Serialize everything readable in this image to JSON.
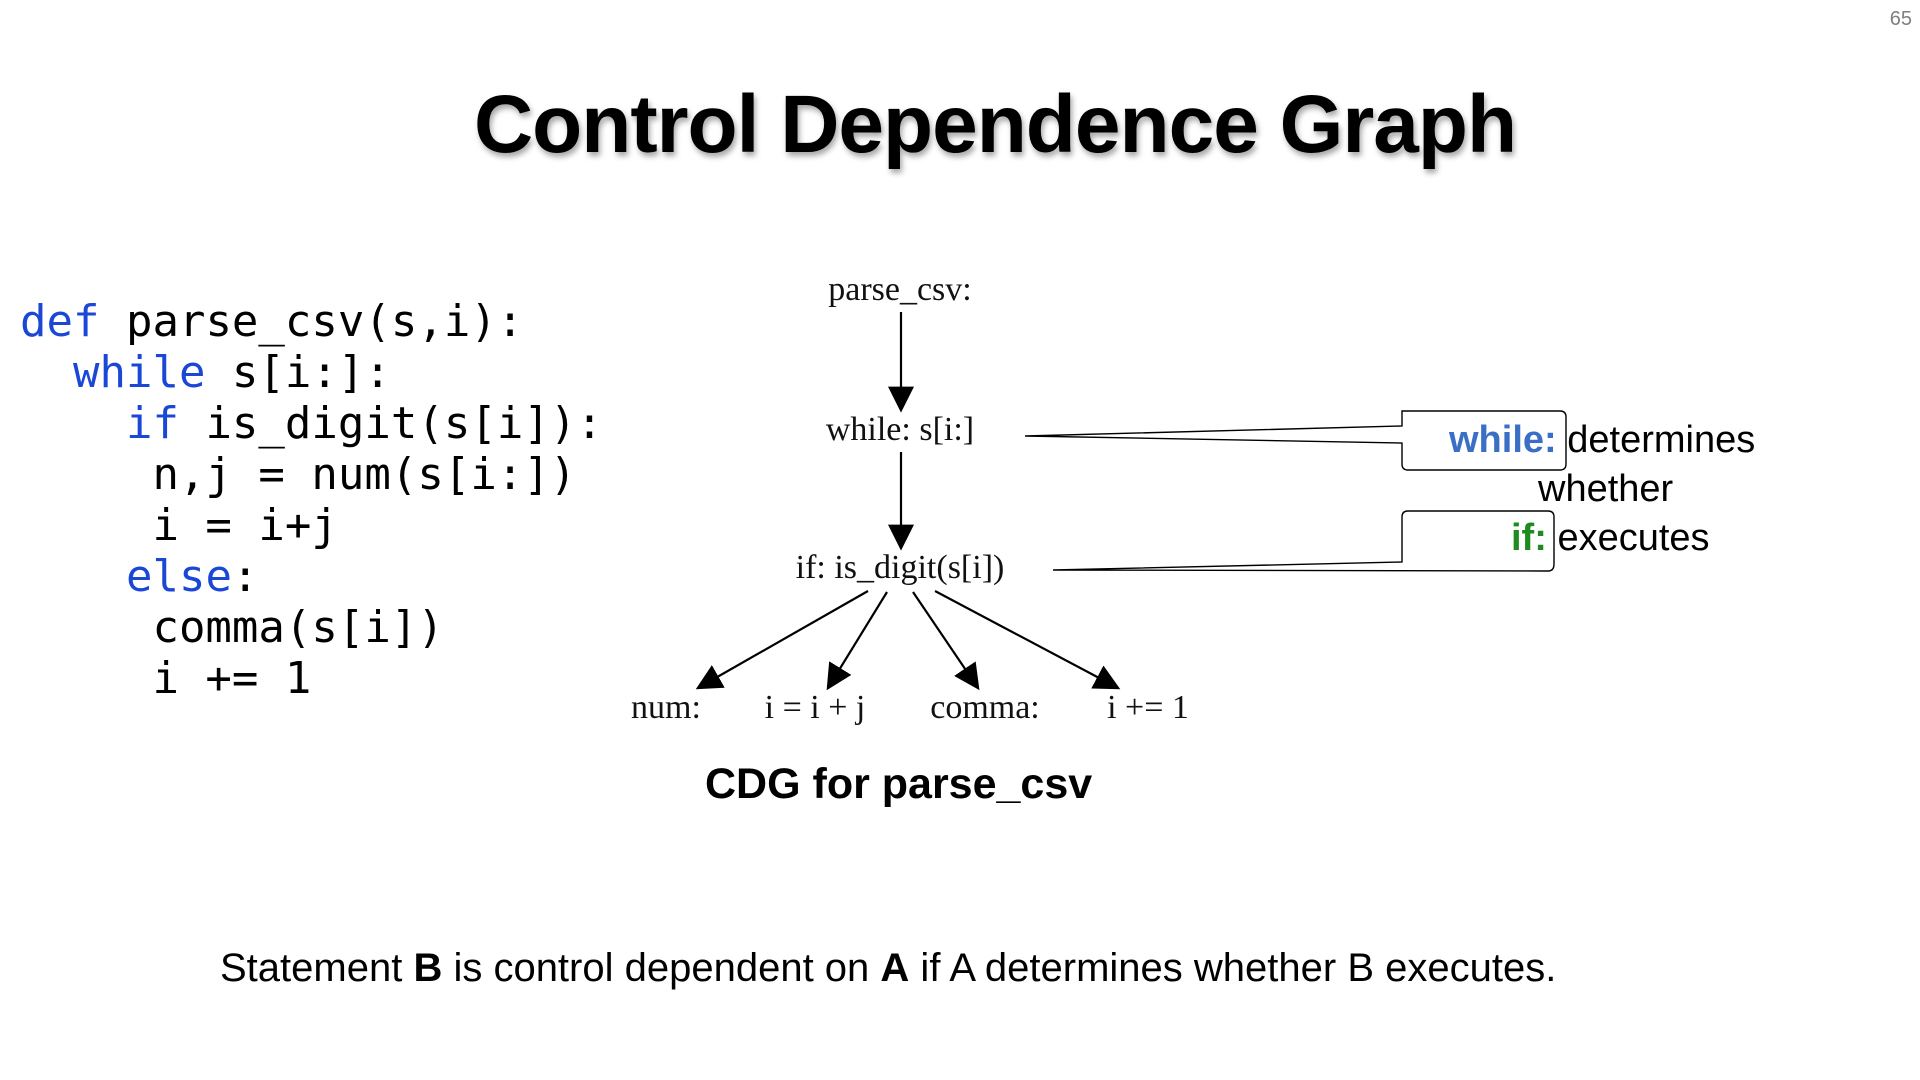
{
  "slide": {
    "number": "65",
    "title": "Control Dependence Graph"
  },
  "code": {
    "lines": [
      {
        "kw": "def",
        "rest": " parse_csv(s,i):"
      },
      {
        "kw": "while",
        "rest": " s[i:]:"
      },
      {
        "kw": "if",
        "rest": " is_digit(s[i]):"
      },
      {
        "kw": "",
        "rest": "n,j = num(s[i:])"
      },
      {
        "kw": "",
        "rest": "i = i+j"
      },
      {
        "kw": "else",
        "rest": ":"
      },
      {
        "kw": "",
        "rest": "comma(s[i])"
      },
      {
        "kw": "",
        "rest": "i += 1"
      }
    ]
  },
  "diagram": {
    "nodes": {
      "root": "parse_csv:",
      "while": "while: s[i:]",
      "if": "if: is_digit(s[i])",
      "num": "num:",
      "assign": "i = i + j",
      "comma": "comma:",
      "increment": "i += 1"
    },
    "caption": "CDG for parse_csv"
  },
  "annotation": {
    "while_keyword": "while:",
    "while_text": "determines",
    "middle_text": "whether",
    "if_keyword": "if:",
    "if_text": "executes"
  },
  "definition": {
    "part1": "Statement ",
    "bold_b": "B",
    "part2": " is control dependent on ",
    "bold_a": "A",
    "part3": " if A determines whether B executes."
  },
  "colors": {
    "code_keyword": "#1a47d6",
    "annotation_while": "#3a6fc6",
    "annotation_if": "#1f8a1f"
  }
}
